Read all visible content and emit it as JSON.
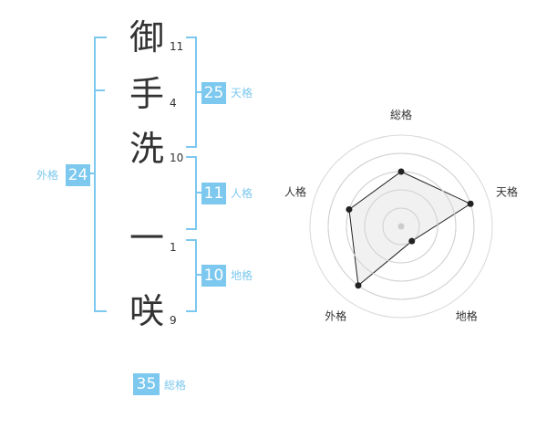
{
  "name_chars": [
    {
      "char": "御",
      "strokes": "11"
    },
    {
      "char": "手",
      "strokes": "4"
    },
    {
      "char": "洗",
      "strokes": "10"
    },
    {
      "char": "一",
      "strokes": "1"
    },
    {
      "char": "咲",
      "strokes": "9"
    }
  ],
  "fortune": {
    "tenkaku": {
      "value": "25",
      "label": "天格"
    },
    "jinkaku": {
      "value": "11",
      "label": "人格"
    },
    "chikaku": {
      "value": "10",
      "label": "地格"
    },
    "gaikaku": {
      "value": "24",
      "label": "外格"
    },
    "soukaku": {
      "value": "35",
      "label": "総格"
    }
  },
  "colors": {
    "accent": "#7cc8ee",
    "text": "#333333",
    "radar_fill": "#eeeeee"
  },
  "chart_data": {
    "type": "radar",
    "categories": [
      "総格",
      "天格",
      "地格",
      "外格",
      "人格"
    ],
    "values": [
      3,
      4,
      1,
      4,
      3
    ],
    "rmax": 5,
    "rings": 5
  }
}
